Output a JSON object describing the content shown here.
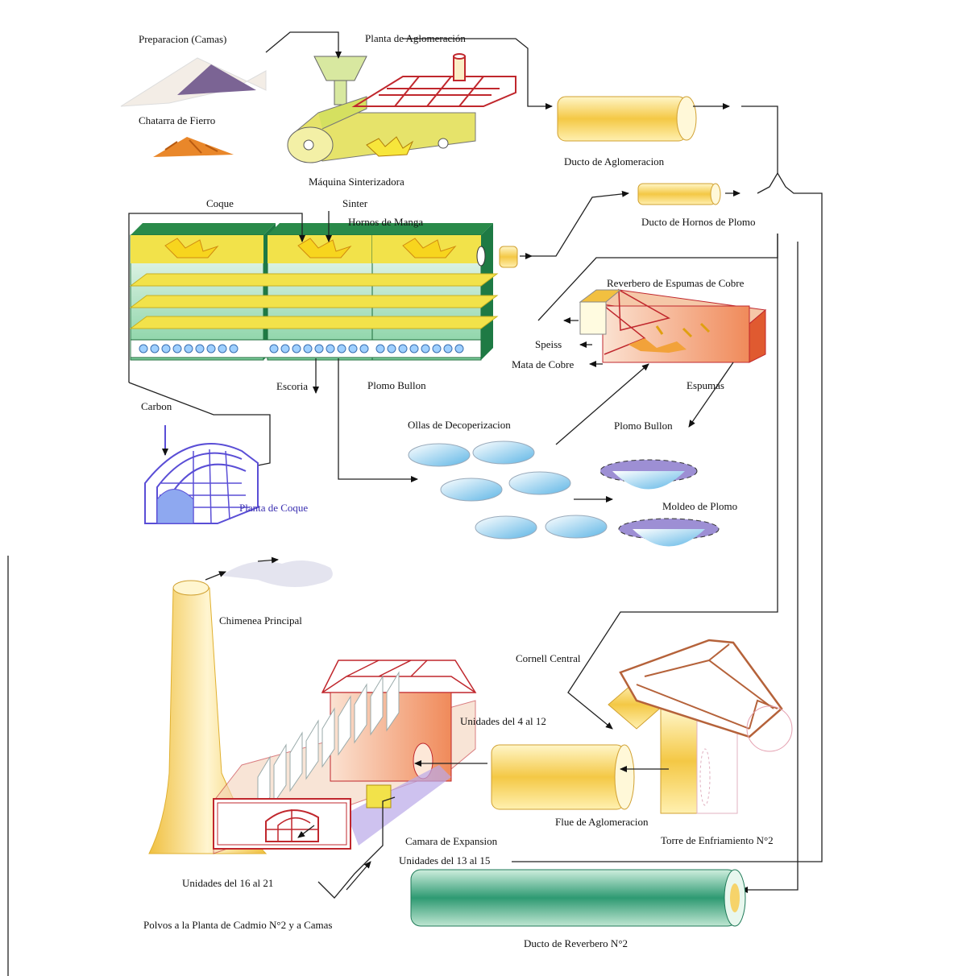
{
  "labels": {
    "preparacion": "Preparacion (Camas)",
    "planta_aglomeracion": "Planta de Aglomeración",
    "chatarra": "Chatarra de Fierro",
    "maquina_sinterizadora": "Máquina Sinterizadora",
    "ducto_aglomeracion": "Ducto de Aglomeracion",
    "coque": "Coque",
    "sinter": "Sinter",
    "hornos_manga": "Hornos de Manga",
    "ducto_hornos_plomo": "Ducto de Hornos de Plomo",
    "reverbero_espumas": "Reverbero de Espumas de Cobre",
    "speiss": "Speiss",
    "mata_cobre": "Mata de Cobre",
    "escoria": "Escoria",
    "plomo_bullon_1": "Plomo Bullon",
    "espumas": "Espumas",
    "carbon": "Carbon",
    "ollas_decoperizacion": "Ollas de Decoperizacion",
    "plomo_bullon_2": "Plomo Bullon",
    "planta_coque": "Planta de Coque",
    "moldeo_plomo": "Moldeo de Plomo",
    "chimenea": "Chimenea Principal",
    "cornell": "Cornell Central",
    "unidades_4_12": "Unidades del 4 al 12",
    "flue_aglomeracion": "Flue de Aglomeracion",
    "torre_enfriamiento": "Torre de Enfriamiento N°2",
    "camara_expansion": "Camara de Expansion",
    "unidades_13_15": "Unidades del 13 al 15",
    "unidades_16_21": "Unidades del   16 al 21",
    "polvos": "Polvos a la Planta de Cadmio N°2 y a Camas",
    "ducto_reverbero": "Ducto de Reverbero N°2"
  },
  "colors": {
    "yellow": "#f2d64a",
    "green": "#1f8a58",
    "red": "#c0272d",
    "blue_plant": "#5a4ed6",
    "pipe_gold": "#f4c845",
    "pipe_green": "#2e9a72",
    "salmon": "#f0a37a",
    "line": "#222222"
  }
}
